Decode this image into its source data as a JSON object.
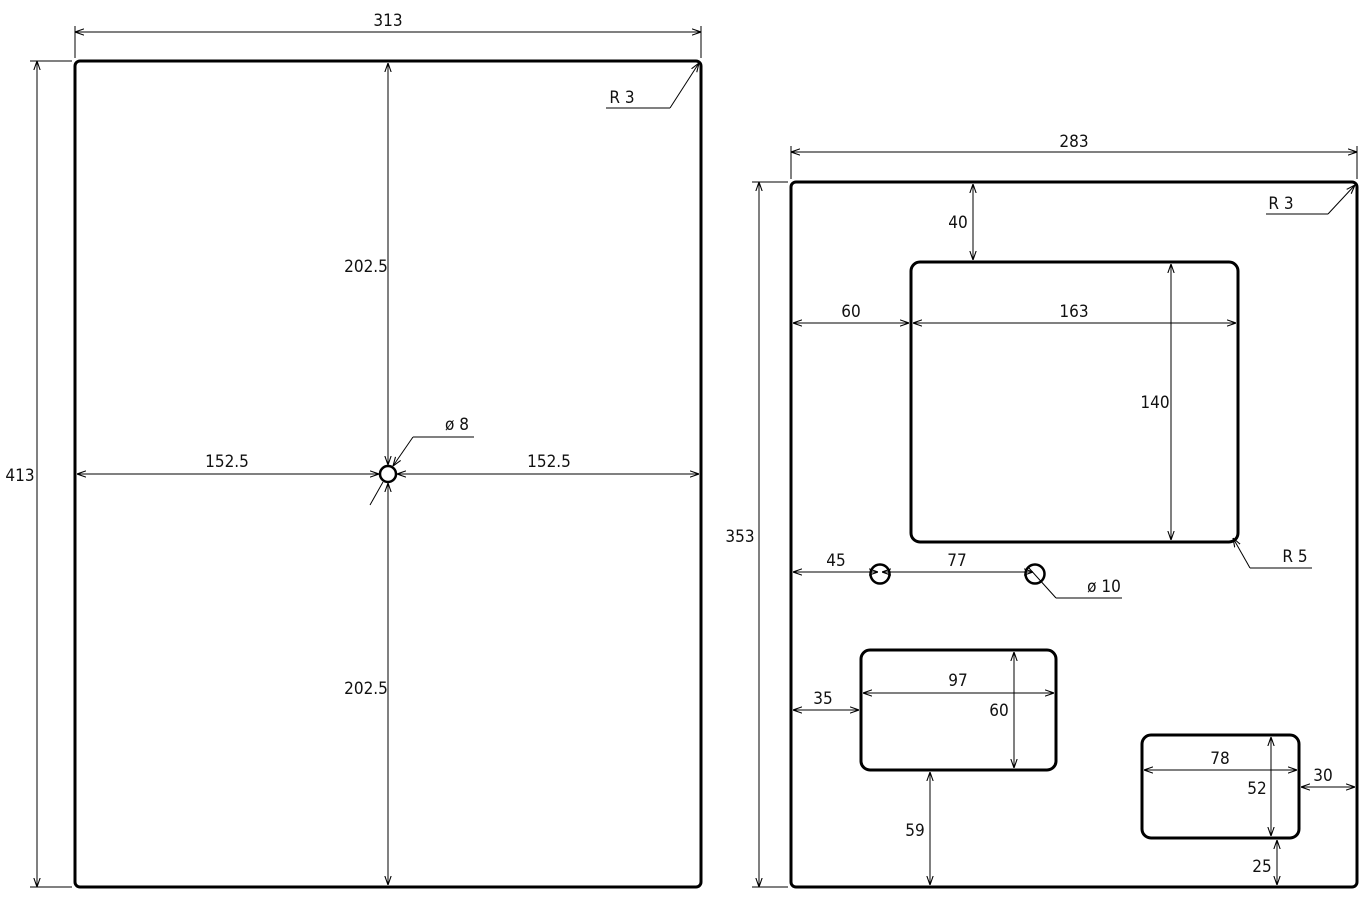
{
  "left_panel": {
    "width_label": "313",
    "height_label": "413",
    "corner_radius_label": "R 3",
    "hole_label": "ø 8",
    "left_offset_label": "152.5",
    "right_offset_label": "152.5",
    "top_offset_label": "202.5",
    "bottom_offset_label": "202.5"
  },
  "right_panel": {
    "width_label": "283",
    "height_label": "353",
    "corner_radius_label": "R 3",
    "window": {
      "top_offset_label": "40",
      "left_offset_label": "60",
      "width_label": "163",
      "height_label": "140",
      "corner_radius_label": "R 5"
    },
    "holes": {
      "first_offset_label": "45",
      "spacing_label": "77",
      "diameter_label": "ø 10"
    },
    "cutout_left": {
      "left_offset_label": "35",
      "width_label": "97",
      "height_label": "60",
      "bottom_offset_label": "59"
    },
    "cutout_right": {
      "width_label": "78",
      "height_label": "52",
      "right_offset_label": "30",
      "bottom_offset_label": "25"
    }
  }
}
